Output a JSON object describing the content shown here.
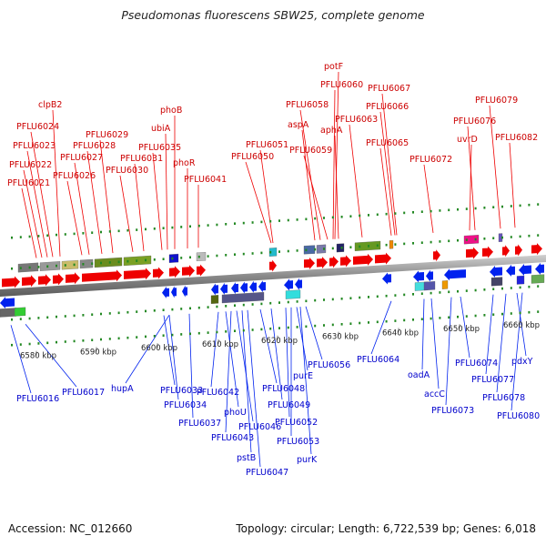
{
  "title": "Pseudomonas fluorescens SBW25, complete genome",
  "footer": {
    "accession": "Accession: NC_012660",
    "summary": "Topology: circular; Length: 6,722,539 bp; Genes: 6,018"
  },
  "colors": {
    "forward": "#ee0000",
    "reverse": "#0022ee",
    "backbone": "#888888",
    "tick": "#228822"
  },
  "kbp_labels": [
    "6580 kbp",
    "6590 kbp",
    "6600 kbp",
    "6610 kbp",
    "6620 kbp",
    "6630 kbp",
    "6640 kbp",
    "6650 kbp",
    "6660 kbp"
  ],
  "top_genes": [
    "PFLU6021",
    "PFLU6022",
    "PFLU6023",
    "PFLU6024",
    "clpB2",
    "PFLU6026",
    "PFLU6027",
    "PFLU6028",
    "PFLU6029",
    "PFLU6030",
    "PFLU6031",
    "PFLU6035",
    "ubiA",
    "phoB",
    "phoR",
    "PFLU6041",
    "PFLU6050",
    "PFLU6051",
    "aspA",
    "PFLU6058",
    "PFLU6059",
    "aphA",
    "PFLU6060",
    "potF",
    "PFLU6063",
    "PFLU6065",
    "PFLU6066",
    "PFLU6067",
    "PFLU6072",
    "uvrD",
    "PFLU6076",
    "PFLU6079",
    "PFLU6082"
  ],
  "bottom_genes": [
    "PFLU6016",
    "PFLU6017",
    "hupA",
    "PFLU6033",
    "PFLU6034",
    "PFLU6037",
    "PFLU6042",
    "phoU",
    "PFLU6043",
    "PFLU6046",
    "pstB",
    "PFLU6047",
    "PFLU6048",
    "PFLU6049",
    "PFLU6052",
    "PFLU6053",
    "purE",
    "purK",
    "PFLU6056",
    "PFLU6064",
    "oadA",
    "accC",
    "PFLU6073",
    "PFLU6074",
    "PFLU6077",
    "PFLU6078",
    "pdxY",
    "PFLU6080"
  ]
}
